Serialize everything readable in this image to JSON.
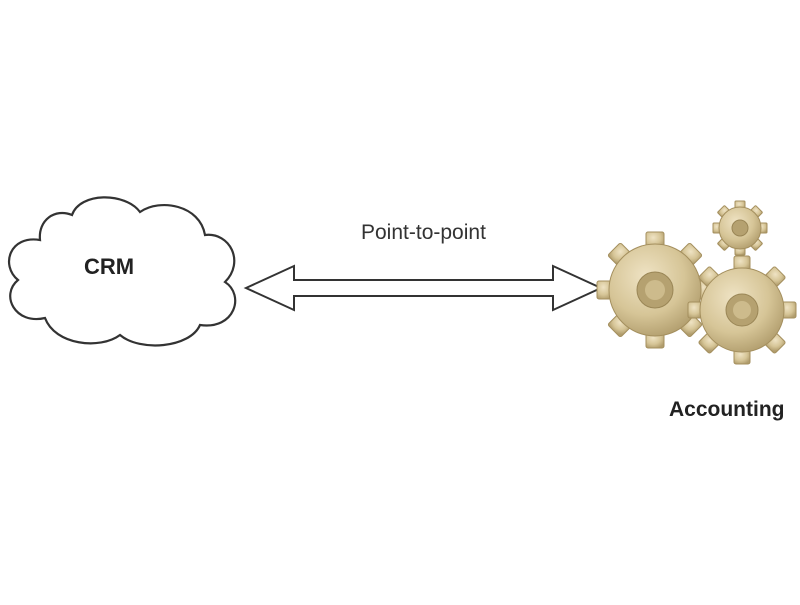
{
  "diagram": {
    "nodes": [
      {
        "id": "crm",
        "label": "CRM",
        "shape": "cloud-icon"
      },
      {
        "id": "accounting",
        "label": "Accounting",
        "shape": "gears-icon"
      }
    ],
    "edges": [
      {
        "from": "crm",
        "to": "accounting",
        "label": "Point-to-point",
        "style": "double-headed-hollow-arrow"
      }
    ]
  },
  "colors": {
    "background": "#ffffff",
    "outline": "#333333",
    "gear_fill": "#d9c9a0",
    "gear_shade": "#b8a57a"
  }
}
